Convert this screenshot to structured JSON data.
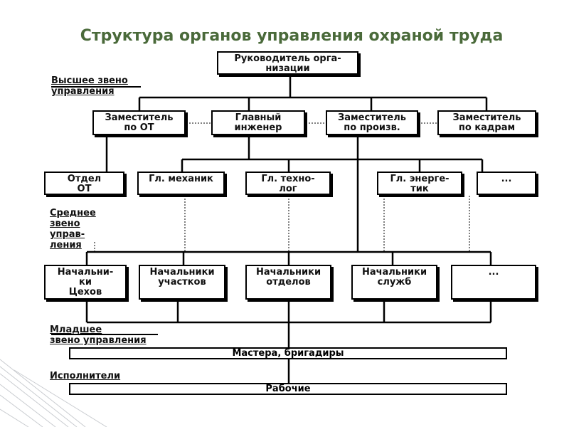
{
  "title": "Структура органов управления охраной труда",
  "levels": {
    "top": "Высшее звено\nуправления",
    "middle": "Среднее\nзвено\nуправ-\nления",
    "junior": "Младшее\nзвено управления",
    "executors": "Исполнители"
  },
  "boxes": {
    "head": "Руководитель орга-\nнизации",
    "deputy_ot": "Заместитель\nпо ОТ",
    "chief_engineer": "Главный\nинженер",
    "deputy_prod": "Заместитель\nпо произв.",
    "deputy_hr": "Заместитель\nпо кадрам",
    "dept_ot": "Отдел\nОТ",
    "chief_mechanic": "Гл. механик",
    "chief_technologist": "Гл. техно-\nлог",
    "chief_energy": "Гл. энерге-\nтик",
    "etc1": "...",
    "heads_shops": "Начальни-\nки\nЦехов",
    "heads_sections": "Начальники\nучастков",
    "heads_departments": "Начальники\nотделов",
    "heads_services": "Начальники\nслужб",
    "etc2": "..."
  },
  "bars": {
    "masters": "Мастера, бригадиры",
    "workers": "Рабочие"
  }
}
